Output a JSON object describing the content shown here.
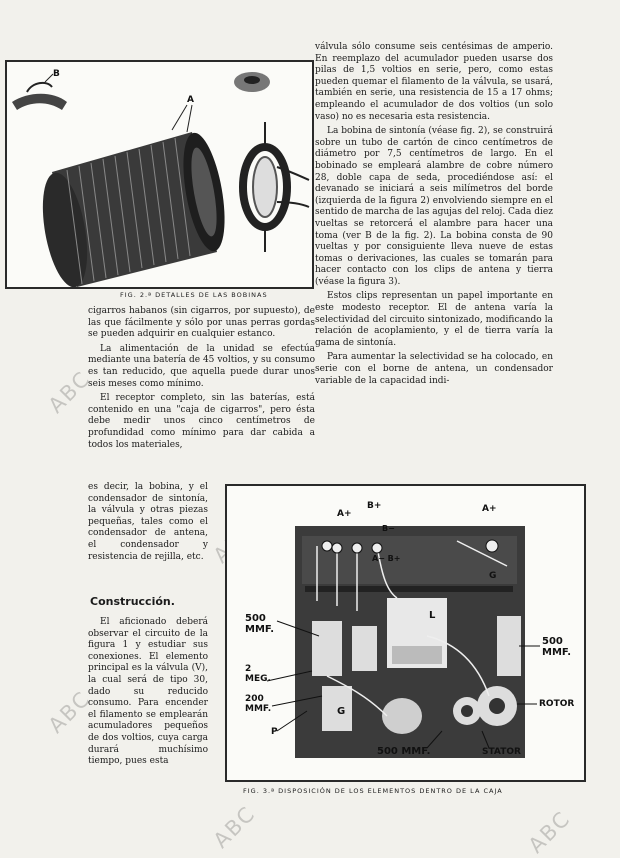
{
  "watermark": "ABC",
  "figures": {
    "fig1": {
      "caption": "FIG. 2.ª DETALLES DE LAS BOBINAS",
      "labels": {
        "b": "B",
        "a": "A"
      }
    },
    "fig2": {
      "caption": "FIG. 3.ª DISPOSICIÓN DE LOS ELEMENTOS DENTRO DE LA CAJA",
      "labels": {
        "a_plus": "A+",
        "b_plus": "B+",
        "b_minus": "B−",
        "a_minus_b_plus": "A− B+",
        "a_plus_right": "A+",
        "g_top": "G",
        "c500_left": "500\nMMF.",
        "c500_right": "500\nMMF.",
        "meg": "2\nMEG.",
        "c200": "200\nMMF.",
        "g_bottom": "G",
        "p": "P",
        "l": "L",
        "rotor": "ROTOR",
        "stator": "STATOR",
        "c500_bottom": "500 MMF."
      }
    }
  },
  "text": {
    "right_top": [
      "válvula sólo consume seis centésimas de amperio. En reemplazo del acumulador pueden usarse dos pilas de 1,5 voltios en serie, pero, como estas pueden quemar el filamento de la válvula, se usará, también en serie, una resistencia de 15 a 17 ohms; empleando el acumulador de dos voltios (un solo vaso) no es necesaria esta resistencia.",
      "La bobina de sintonía (véase fig. 2), se construirá sobre un tubo de cartón de cinco centímetros de diámetro por 7,5 centímetros de largo. En el bobinado se empleará alambre de cobre número 28, doble capa de seda, procediéndose así: el devanado se iniciará a seis milímetros del borde (izquierda de la figura 2) envolviendo siempre en el sentido de marcha de las agujas del reloj. Cada diez vueltas se retorcerá el alambre para hacer una toma (ver B de la fig. 2). La bobina consta de 90 vueltas y por consiguiente lleva nueve de estas tomas o derivaciones, las cuales se tomarán para hacer contacto con los clips de antena y tierra (véase la figura 3).",
      "Estos clips representan un papel importante en este modesto receptor. El de antena varía la selectividad del circuito sintonizado, modificando la relación de acoplamiento, y el de tierra varía la gama de sintonía.",
      "Para aumentar la selectividad se ha colocado, en serie con el borne de antena, un condensador variable de la capacidad indi-"
    ],
    "left_mid": [
      "cigarros habanos (sin cigarros, por supuesto), de las que fácilmente y sólo por unas perras gordas se pueden adquirir en cualquier estanco.",
      "La alimentación de la unidad se efectúa mediante una batería de 45 voltios, y su consumo es tan reducido, que aquella puede durar unos seis meses como mínimo.",
      "El receptor completo, sin las baterías, está contenido en una \"caja de cigarros\", pero ésta debe medir unos cinco centímetros de profundidad como mínimo para dar cabida a todos los materiales,"
    ],
    "left_narrow": "es decir, la bobina, y el condensador de sintonía, la válvula y otras piezas pequeñas, tales como el condensador de antena, el condensador y resistencia de rejilla, etc.",
    "heading": "Construcción.",
    "left_bottom": "El aficionado deberá observar el circuito de la figura 1 y estudiar sus conexiones. El elemento principal es la válvula (V), la cual será de tipo 30, dado su reducido consumo. Para encender el filamento se emplearán acumuladores pequeños de dos voltios, cuya carga durará muchísimo tiempo, pues esta"
  }
}
